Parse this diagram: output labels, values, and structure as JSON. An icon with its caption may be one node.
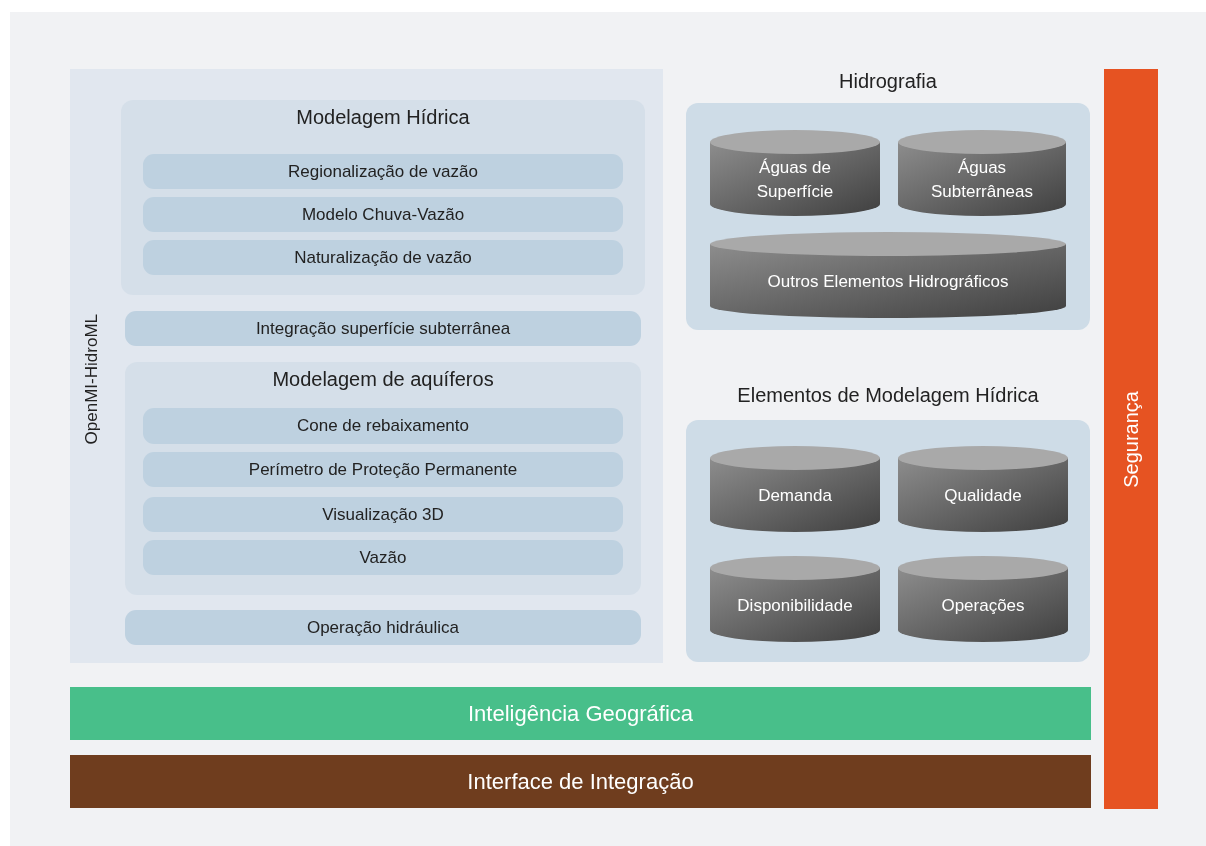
{
  "diagram": {
    "nodes": [
      {
        "text": [
          "OpenMI-HidroML"
        ]
      },
      {
        "text": [
          "Modelagem Hídrica"
        ],
        "in": 0
      },
      {
        "text": [
          "Regionalização de vazão"
        ],
        "in": 1
      },
      {
        "text": [
          "Modelo Chuva-Vazão"
        ],
        "in": 1
      },
      {
        "text": [
          "Naturalização de vazão"
        ],
        "in": 1
      },
      {
        "text": [
          "Integração superfície subterrânea"
        ],
        "in": 0
      },
      {
        "text": [
          "Modelagem de aquíferos"
        ],
        "in": 0
      },
      {
        "text": [
          "Cone de rebaixamento"
        ],
        "in": 6
      },
      {
        "text": [
          "Perímetro de Proteção Permanente"
        ],
        "in": 6
      },
      {
        "text": [
          "Visualização 3D"
        ],
        "in": 6
      },
      {
        "text": [
          "Vazão"
        ],
        "in": 6
      },
      {
        "text": [
          "Operação hidráulica"
        ],
        "in": 0
      },
      {
        "text": [
          "Hidrografia"
        ]
      },
      {
        "text": [
          "Águas de Superfície"
        ],
        "in": 12
      },
      {
        "text": [
          "Águas Subterrâneas"
        ],
        "in": 12
      },
      {
        "text": [
          "Outros Elementos Hidrográficos"
        ],
        "in": 12
      },
      {
        "text": [
          "Elementos de Modelagem Hídrica"
        ]
      },
      {
        "text": [
          "Demanda"
        ],
        "in": 16
      },
      {
        "text": [
          "Qualidade"
        ],
        "in": 16
      },
      {
        "text": [
          "Disponibilidade"
        ],
        "in": 16
      },
      {
        "text": [
          "Operações"
        ],
        "in": 16
      },
      {
        "text": [
          "Segurança"
        ]
      },
      {
        "text": [
          "Inteligência Geográfica"
        ]
      },
      {
        "text": [
          "Interface de Integração"
        ]
      }
    ]
  }
}
